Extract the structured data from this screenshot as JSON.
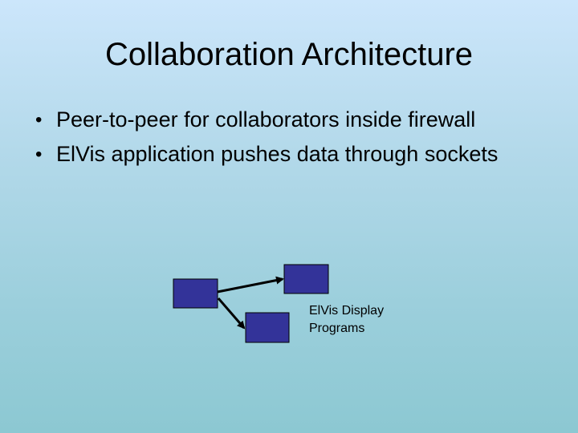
{
  "slide": {
    "title": "Collaboration Architecture",
    "bullets": [
      {
        "marker": "•",
        "text": "Peer-to-peer for collaborators inside firewall"
      },
      {
        "marker": "•",
        "text": "ElVis application pushes data through sockets"
      }
    ]
  },
  "diagram": {
    "caption_line1": "ElVis Display",
    "caption_line2": "Programs",
    "node_color": "#333399"
  }
}
